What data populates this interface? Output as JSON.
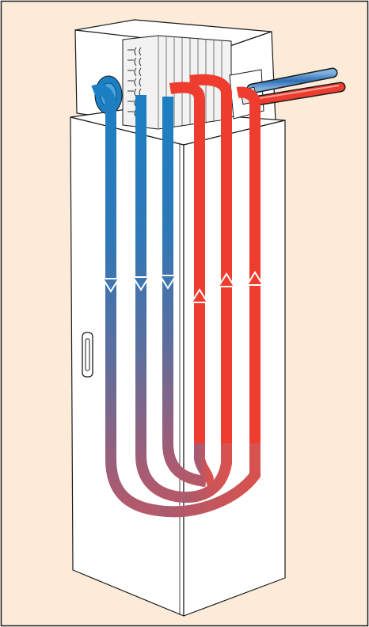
{
  "figure": {
    "subject": "enclosure-cooling-unit-airflow",
    "background_color": "#fdebd9",
    "border_color": "#1f1f1f",
    "cabinet_color": "#ffffff",
    "outline_color": "#1a1a1a",
    "cold_color": "#1b7fc3",
    "hot_color": "#ee3d2f",
    "mixed_color": "#9a5e78",
    "cold_channels": 3,
    "hot_channels": 3,
    "icons": [
      "fan-icon",
      "heat-exchanger-fins-icon",
      "door-handle-icon",
      "coolant-pipe-icon",
      "airflow-arrow-icon"
    ]
  }
}
